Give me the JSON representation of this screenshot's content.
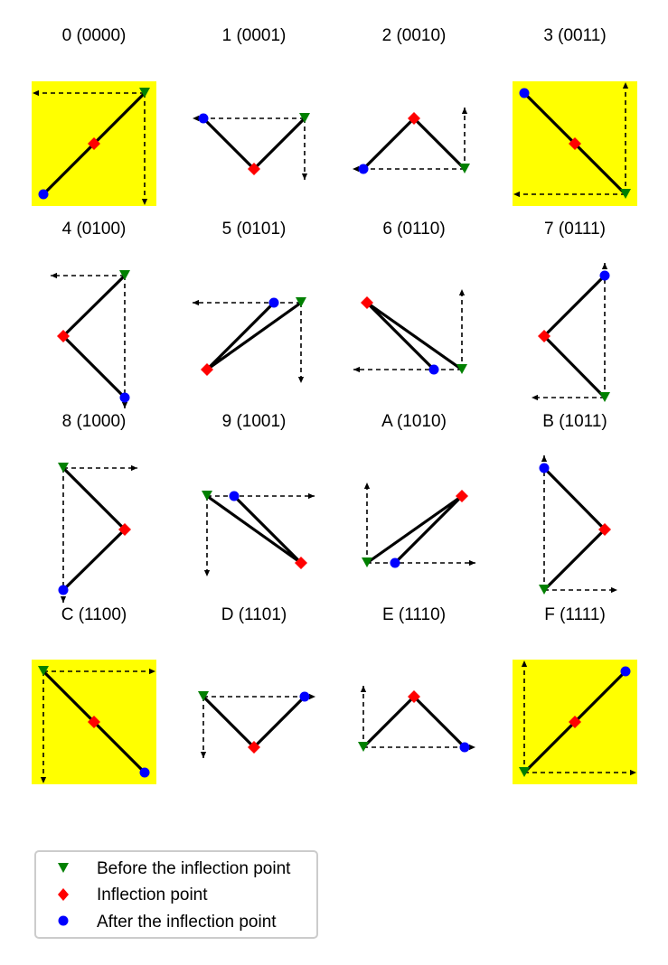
{
  "panels": [
    {
      "title": "0 (0000)",
      "highlight": true
    },
    {
      "title": "1 (0001)",
      "highlight": false
    },
    {
      "title": "2 (0010)",
      "highlight": false
    },
    {
      "title": "3 (0011)",
      "highlight": true
    },
    {
      "title": "4 (0100)",
      "highlight": false
    },
    {
      "title": "5 (0101)",
      "highlight": false
    },
    {
      "title": "6 (0110)",
      "highlight": false
    },
    {
      "title": "7 (0111)",
      "highlight": false
    },
    {
      "title": "8 (1000)",
      "highlight": false
    },
    {
      "title": "9 (1001)",
      "highlight": false
    },
    {
      "title": "A (1010)",
      "highlight": false
    },
    {
      "title": "B (1011)",
      "highlight": false
    },
    {
      "title": "C (1100)",
      "highlight": true
    },
    {
      "title": "D (1101)",
      "highlight": false
    },
    {
      "title": "E (1110)",
      "highlight": false
    },
    {
      "title": "F (1111)",
      "highlight": true
    }
  ],
  "legend": {
    "items": [
      {
        "label": "Before the inflection point",
        "marker": "triangle-down",
        "color": "#008000"
      },
      {
        "label": "Inflection point",
        "marker": "diamond",
        "color": "#ff0000"
      },
      {
        "label": "After the inflection point",
        "marker": "circle",
        "color": "#0000ff"
      }
    ]
  },
  "colors": {
    "highlight": "#ffff00",
    "line": "#000000",
    "axis": "#000000",
    "before": "#008000",
    "inflection": "#ff0000",
    "after": "#0000ff"
  }
}
